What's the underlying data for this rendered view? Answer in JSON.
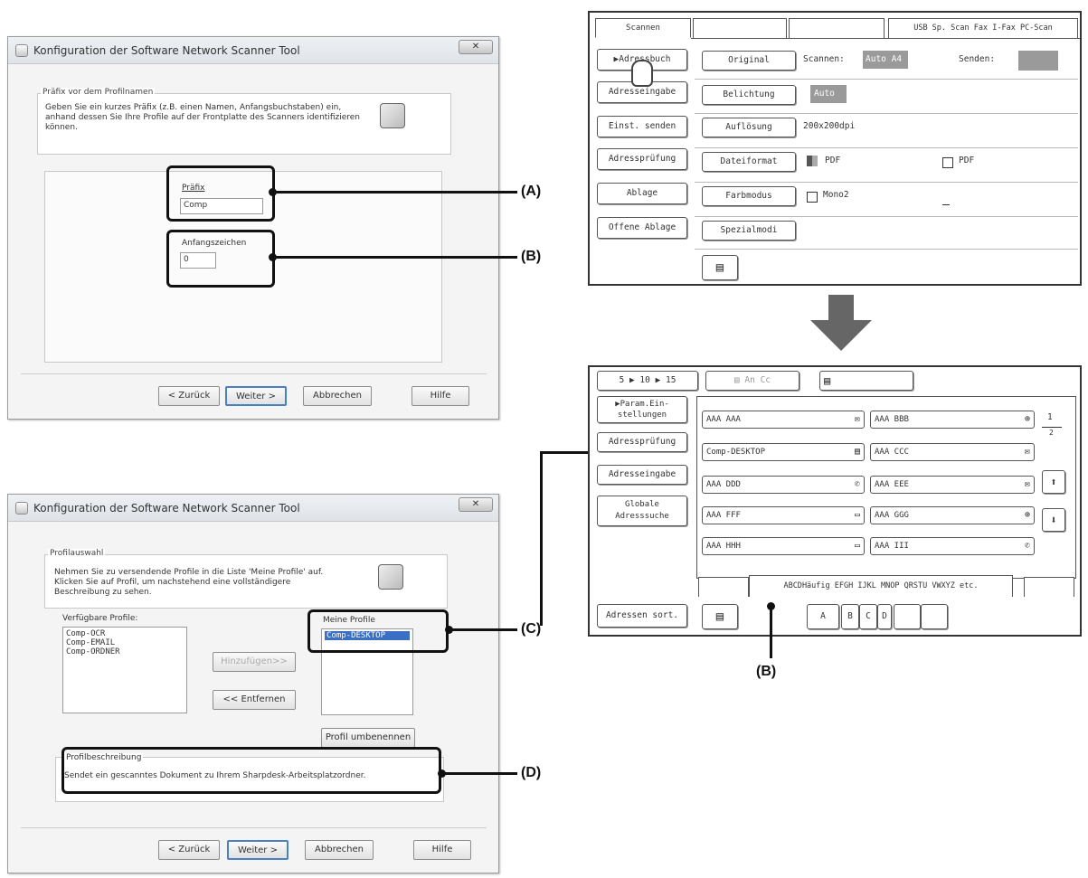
{
  "win1": {
    "title": "Konfiguration der Software Network Scanner Tool",
    "group_title": "Präfix vor dem Profilnamen",
    "description": "Geben Sie ein kurzes Präfix (z.B. einen Namen, Anfangsbuchstaben) ein, anhand dessen Sie Ihre Profile auf der Frontplatte des Scanners identifizieren können.",
    "prefix_label": "Präfix",
    "prefix_value": "Comp",
    "start_label": "Anfangszeichen",
    "start_value": "0",
    "buttons": {
      "back": "< Zurück",
      "next": "Weiter >",
      "cancel": "Abbrechen",
      "help": "Hilfe"
    }
  },
  "win2": {
    "title": "Konfiguration der Software Network Scanner Tool",
    "group_title": "Profilauswahl",
    "description": "Nehmen Sie zu versendende Profile in die Liste 'Meine Profile' auf. Klicken Sie auf Profil, um nachstehend eine vollständigere Beschreibung zu sehen.",
    "available_label": "Verfügbare Profile:",
    "available": [
      "Comp-OCR",
      "Comp-EMAIL",
      "Comp-ORDNER"
    ],
    "my_label": "Meine Profile",
    "my_profiles": [
      "Comp-DESKTOP"
    ],
    "add_button": "Hinzufügen>>",
    "remove_button": "<< Entfernen",
    "rename_button": "Profil umbenennen",
    "desc_title": "Profilbeschreibung",
    "desc_text": "Sendet ein gescanntes Dokument zu Ihrem Sharpdesk-Arbeitsplatzordner.",
    "buttons": {
      "back": "< Zurück",
      "next": "Weiter >",
      "cancel": "Abbrechen",
      "help": "Hilfe"
    }
  },
  "labels": {
    "a": "(A)",
    "b": "(B)",
    "c": "(C)",
    "d": "(D)",
    "b2": "(B)"
  },
  "scan_panel": {
    "tabs": [
      "Scannen",
      "",
      "",
      "USB Sp. Scan",
      "Fax",
      "I-Fax",
      "PC-Scan"
    ],
    "left_buttons": [
      "Adressbuch",
      "Adresseingabe",
      "Einst. senden",
      "Adressprüfung",
      "Ablage",
      "Offene Ablage"
    ],
    "original_btn": "Original",
    "scan_label": "Scannen:",
    "scan_value": "Auto A4",
    "send_label": "Senden:",
    "exposure_btn": "Belichtung",
    "exposure_value": "Auto",
    "resolution_btn": "Auflösung",
    "resolution_value": "200x200dpi",
    "fileformat_btn": "Dateiformat",
    "fileformat_value1": "PDF",
    "fileformat_value2": "PDF",
    "color_btn": "Farbmodus",
    "color_value": "Mono2",
    "special_btn": "Spezialmodi"
  },
  "addr_panel": {
    "page_btn": "5 ▶ 10 ▶ 15",
    "to_cc": "An Cc",
    "left_buttons": [
      "Param.Ein-stellungen",
      "Adressprüfung",
      "Adresseingabe",
      "Globale Adresssuche"
    ],
    "sort_btn": "Adressen sort.",
    "entries": [
      {
        "name": "AAA AAA",
        "icon": "✉"
      },
      {
        "name": "AAA BBB",
        "icon": "⊕"
      },
      {
        "name": "Comp-DESKTOP",
        "icon": "▤"
      },
      {
        "name": "AAA CCC",
        "icon": "✉"
      },
      {
        "name": "AAA DDD",
        "icon": "✆"
      },
      {
        "name": "AAA EEE",
        "icon": "✉"
      },
      {
        "name": "AAA FFF",
        "icon": "▭"
      },
      {
        "name": "AAA GGG",
        "icon": "⊕"
      },
      {
        "name": "AAA HHH",
        "icon": "▭"
      },
      {
        "name": "AAA III",
        "icon": "✆"
      }
    ],
    "page_num": "1",
    "page_total": "2",
    "tabs": [
      "",
      "ABCD",
      "Häufig",
      "EFGH",
      "IJKL",
      "MNOP",
      "QRSTU",
      "VWXYZ",
      "etc."
    ],
    "letters": [
      "A",
      "B",
      "C",
      "D",
      "",
      ""
    ]
  }
}
